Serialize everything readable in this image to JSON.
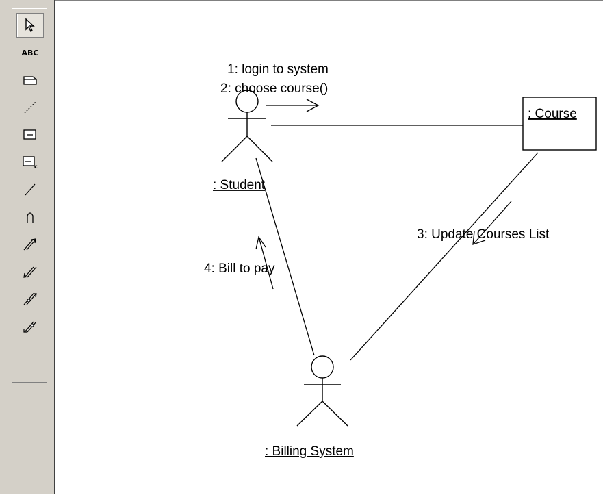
{
  "toolbar": {
    "tools": [
      {
        "name": "select-tool",
        "icon": "arrow-pointer-icon",
        "selected": true
      },
      {
        "name": "text-tool",
        "icon": "abc-text-icon",
        "label": "ABC"
      },
      {
        "name": "note-tool",
        "icon": "note-icon"
      },
      {
        "name": "anchor-tool",
        "icon": "dashed-line-icon"
      },
      {
        "name": "object-tool",
        "icon": "object-box-icon"
      },
      {
        "name": "class-instance-tool",
        "icon": "class-instance-icon"
      },
      {
        "name": "link-tool",
        "icon": "line-icon"
      },
      {
        "name": "self-link-tool",
        "icon": "self-link-icon"
      },
      {
        "name": "forward-message-tool",
        "icon": "forward-message-icon"
      },
      {
        "name": "reverse-message-tool",
        "icon": "reverse-message-icon"
      },
      {
        "name": "data-flow-tool",
        "icon": "data-flow-icon"
      },
      {
        "name": "reverse-data-flow-tool",
        "icon": "reverse-data-flow-icon"
      }
    ]
  },
  "diagram": {
    "messages": {
      "m1": "1: login to system",
      "m2": "2: choose course()",
      "m3": "3: Update Courses List",
      "m4": "4: Bill to pay"
    },
    "student_label": ": Student",
    "billing_label": ": Billing System",
    "course_label": ": Course"
  }
}
